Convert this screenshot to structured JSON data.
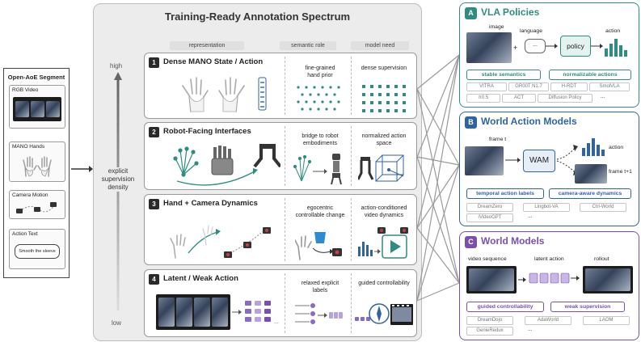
{
  "segment": {
    "title": "Open-AoE Segment",
    "cards": [
      "RGB Video",
      "MANO Hands",
      "Camera Motion",
      "Action Text"
    ],
    "bubble_text": "Smooth the sleeve"
  },
  "spectrum": {
    "title": "Training-Ready Annotation Spectrum",
    "columns": [
      "representation",
      "semantic role",
      "model need"
    ],
    "axis_high": "high",
    "axis_low": "low",
    "axis_label": [
      "explicit",
      "supervision",
      "density"
    ],
    "rows": [
      {
        "num": "1",
        "title": "Dense MANO State / Action",
        "role": [
          "fine-grained",
          "hand prior"
        ],
        "need": [
          "dense supervision"
        ]
      },
      {
        "num": "2",
        "title": "Robot-Facing Interfaces",
        "role": [
          "bridge to robot",
          "embodiments"
        ],
        "need": [
          "normalized action",
          "space"
        ]
      },
      {
        "num": "3",
        "title": "Hand + Camera Dynamics",
        "role": [
          "egocentric",
          "controllable change"
        ],
        "need": [
          "action-conditioned",
          "video dynamics"
        ]
      },
      {
        "num": "4",
        "title": "Latent / Weak Action",
        "role": [
          "relaxed explicit",
          "labels"
        ],
        "need": [
          "guided controllability"
        ]
      }
    ]
  },
  "panels": {
    "vla": {
      "badge": "A",
      "title": "VLA Policies",
      "labels": {
        "image": "image",
        "language": "language",
        "policy": "policy",
        "action": "action",
        "dots": "..."
      },
      "pills": [
        "stable semantics",
        "normalizable actions"
      ],
      "tags": [
        "VITRA",
        "GR00T N1.7",
        "H-RDT",
        "SmolVLA",
        "π0.5",
        "ACT",
        "Diffusion Policy",
        "..."
      ]
    },
    "wam": {
      "badge": "B",
      "title": "World Action Models",
      "labels": {
        "frame_t": "frame t",
        "wam": "WAM",
        "action": "action",
        "frame_t1": "frame t+1"
      },
      "pills": [
        "temporal action labels",
        "camera-aware dynamics"
      ],
      "tags": [
        "DreamZero",
        "Lingbot-VA",
        "Ctrl-World",
        "iVideoGPT",
        "..."
      ]
    },
    "wm": {
      "badge": "C",
      "title": "World Models",
      "labels": {
        "video": "video sequence",
        "latent": "latent action",
        "rollout": "rollout"
      },
      "pills": [
        "guided controllability",
        "weak supervision"
      ],
      "tags": [
        "DreamDojo",
        "AdaWorld",
        "LAOM",
        "GenieRedux",
        "..."
      ]
    }
  },
  "colors": {
    "teal": "#2f8c80",
    "blue": "#2f64a0",
    "purple": "#7a4fb0",
    "dark": "#2a2a2a"
  }
}
